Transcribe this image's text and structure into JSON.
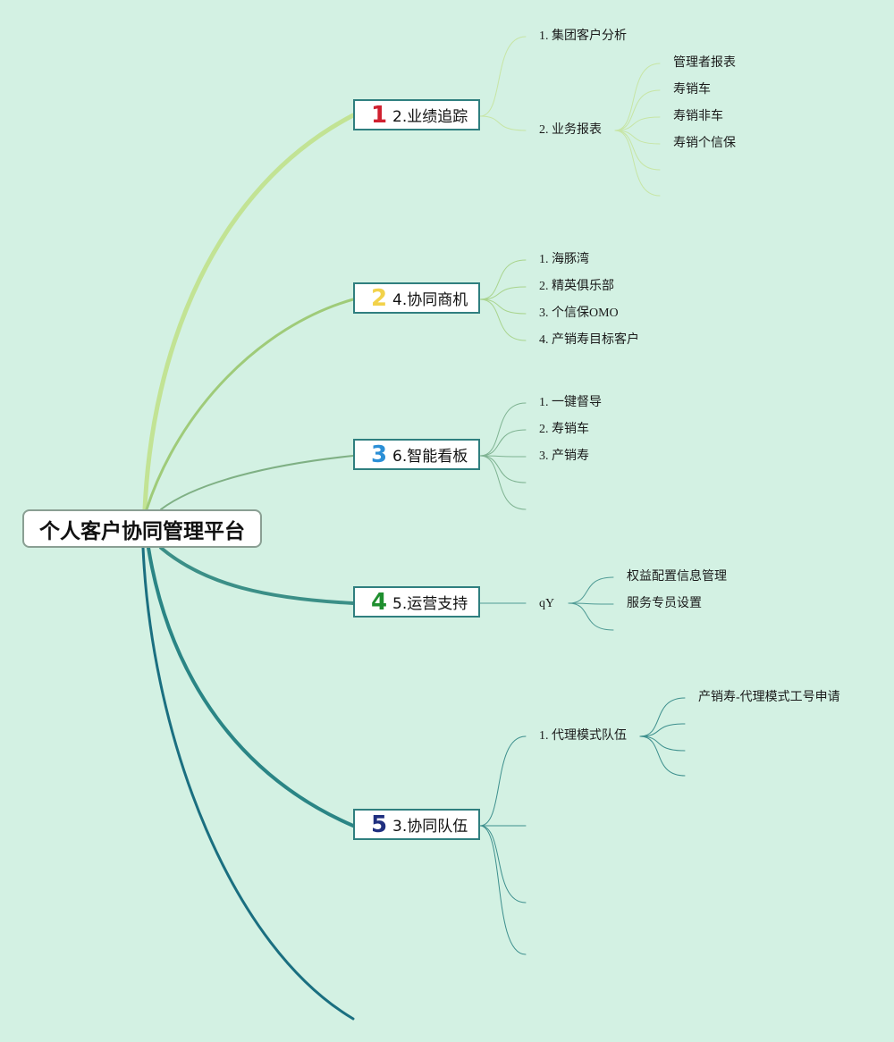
{
  "root": {
    "title": "个人客户协同管理平台"
  },
  "branches": [
    {
      "badge": "1",
      "badge_color": "#d0202f",
      "label": "2.业绩追踪",
      "children": [
        {
          "label": "1. 集团客户分析",
          "children": []
        },
        {
          "label": "2. 业务报表",
          "children": [
            "管理者报表",
            "寿销车",
            "寿销非车",
            "寿销个信保",
            "",
            ""
          ]
        }
      ]
    },
    {
      "badge": "2",
      "badge_color": "#f2d24a",
      "label": "4.协同商机",
      "children": [
        {
          "label": "1. 海豚湾",
          "children": []
        },
        {
          "label": "2. 精英俱乐部",
          "children": []
        },
        {
          "label": "3. 个信保OMO",
          "children": []
        },
        {
          "label": "4. 产销寿目标客户",
          "children": []
        }
      ]
    },
    {
      "badge": "3",
      "badge_color": "#2b8fd6",
      "label": "6.智能看板",
      "children": [
        {
          "label": "1. 一键督导",
          "children": []
        },
        {
          "label": "2. 寿销车",
          "children": []
        },
        {
          "label": "3. 产销寿",
          "children": []
        },
        {
          "label": "",
          "children": []
        },
        {
          "label": "",
          "children": []
        }
      ]
    },
    {
      "badge": "4",
      "badge_color": "#1f8f2f",
      "label": "5.运营支持",
      "children": [
        {
          "label": "qY",
          "children": [
            "权益配置信息管理",
            "服务专员设置",
            ""
          ]
        }
      ]
    },
    {
      "badge": "5",
      "badge_color": "#1f2f7f",
      "label": "3.协同队伍",
      "children": [
        {
          "label": "1. 代理模式队伍",
          "children": [
            "产销寿-代理模式工号申请",
            "",
            "",
            ""
          ]
        },
        {
          "label": "",
          "children": []
        },
        {
          "label": "",
          "children": []
        },
        {
          "label": "",
          "children": []
        }
      ]
    },
    {
      "badge": "",
      "badge_color": "",
      "label": "",
      "children": []
    }
  ],
  "colors": {
    "background": "#d3f1e3",
    "branch_lines": [
      "#c2e394",
      "#9fcb79",
      "#7fb084",
      "#3b8f87",
      "#2a8585",
      "#1a6f80"
    ],
    "node_border": "#2f7f7f"
  }
}
